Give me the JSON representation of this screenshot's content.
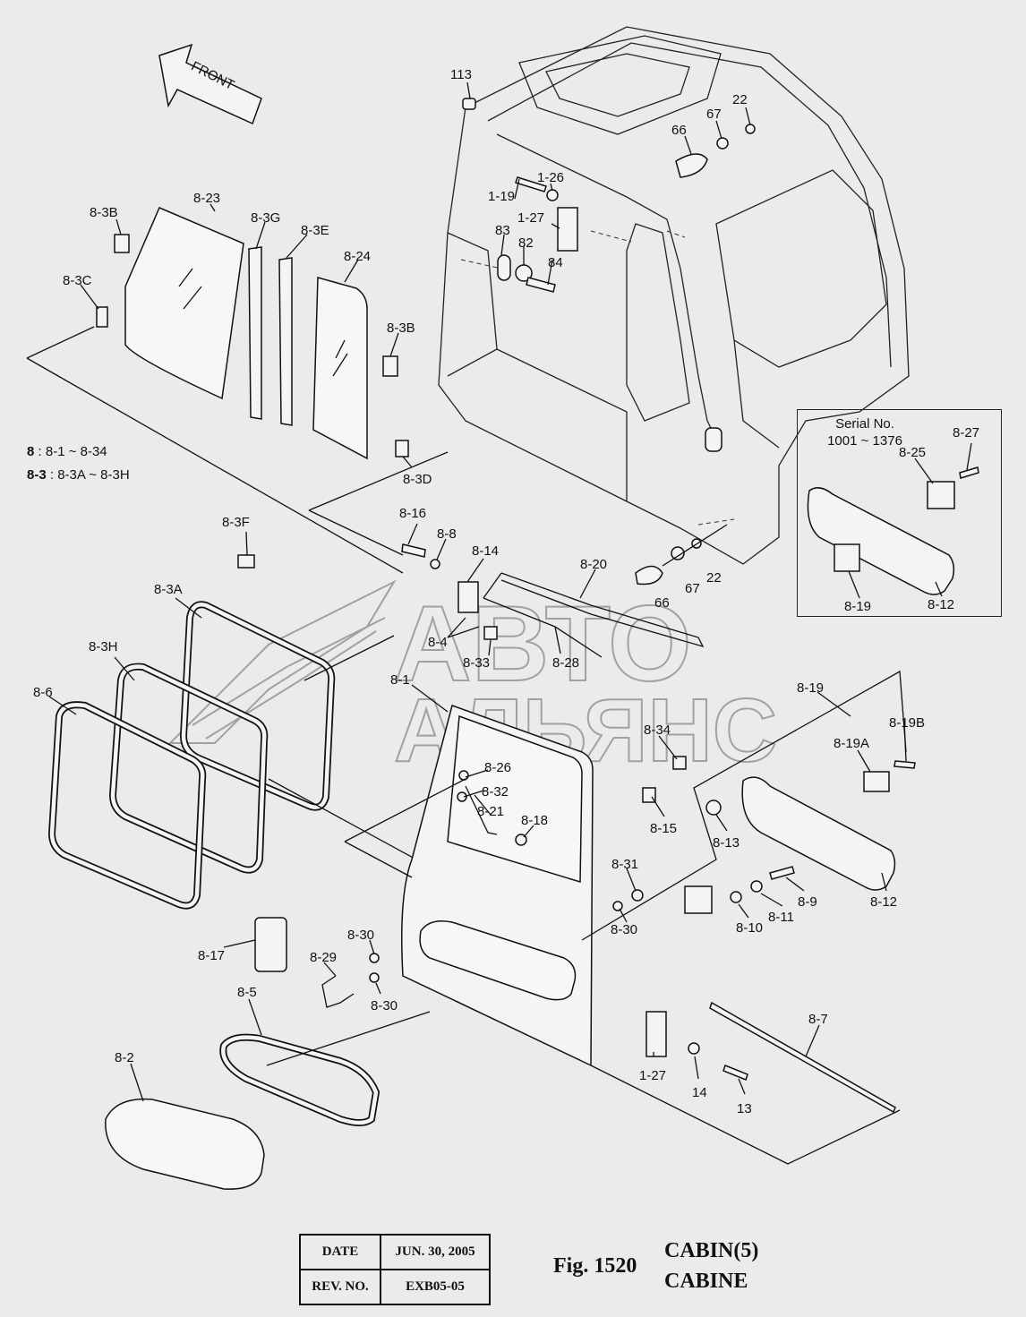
{
  "figure": {
    "number": "Fig. 1520",
    "title_en": "CABIN(5)",
    "title_fr": "CABINE",
    "front_label": "FRONT"
  },
  "revision": {
    "date_label": "DATE",
    "date_value": "JUN. 30, 2005",
    "rev_label": "REV. NO.",
    "rev_value": "EXB05-05"
  },
  "legend": [
    {
      "key": "8",
      "range": ": 8-1 ~ 8-34"
    },
    {
      "key": "8-3",
      "range": ": 8-3A ~ 8-3H"
    }
  ],
  "serial": {
    "line1": "Serial No.",
    "line2": "1001 ~ 1376"
  },
  "watermark": {
    "line1": "АВТО",
    "line2": "АЛЬЯНС"
  },
  "labels": [
    "113",
    "22",
    "67",
    "66",
    "1-26",
    "1-19",
    "1-27",
    "83",
    "82",
    "84",
    "8-3B",
    "8-23",
    "8-3G",
    "8-3E",
    "8-24",
    "8-3C",
    "8-3B",
    "8-3D",
    "8-16",
    "8-8",
    "8-14",
    "8-20",
    "22",
    "67",
    "66",
    "8-4",
    "8-33",
    "8-28",
    "8-3F",
    "8-3A",
    "8-3H",
    "8-6",
    "8-1",
    "8-26",
    "8-32",
    "8-21",
    "8-18",
    "8-34",
    "8-15",
    "8-19",
    "8-19B",
    "8-19A",
    "8-13",
    "8-12",
    "8-31",
    "8-30",
    "8-9",
    "8-11",
    "8-10",
    "8-17",
    "8-29",
    "8-30",
    "8-30",
    "8-5",
    "8-2",
    "8-7",
    "1-27",
    "14",
    "13",
    "8-27",
    "8-25",
    "8-19",
    "8-12"
  ]
}
